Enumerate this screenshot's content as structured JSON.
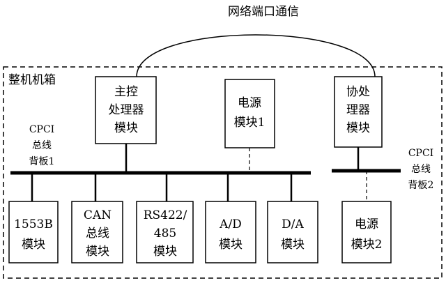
{
  "network_label": "网络端口通信",
  "chassis_label": "整机机箱",
  "bus1_label": [
    "CPCI",
    "总线",
    "背板1"
  ],
  "bus2_label": [
    "CPCI",
    "总线",
    "背板2"
  ],
  "main_processor": [
    "主控",
    "处理器",
    "模块"
  ],
  "coprocessor": [
    "协处",
    "理器",
    "模块"
  ],
  "power1": [
    "电源",
    "模块1"
  ],
  "power2": [
    "电源",
    "模块2"
  ],
  "modules": [
    [
      "1553B",
      "模块"
    ],
    [
      "CAN",
      "总线",
      "模块"
    ],
    [
      "RS422/",
      "485",
      "模块"
    ],
    [
      "A/D",
      "模块"
    ],
    [
      "D/A",
      "模块"
    ]
  ]
}
